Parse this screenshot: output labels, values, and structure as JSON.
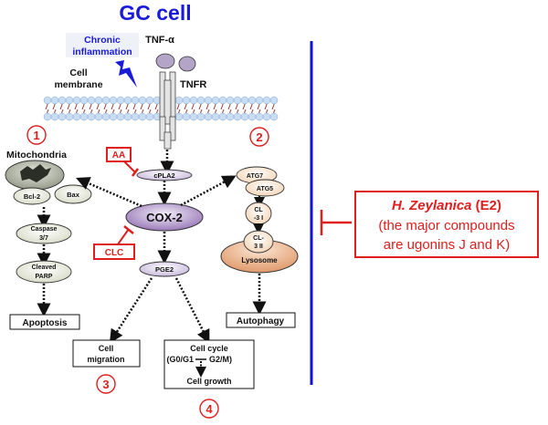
{
  "title": "GC cell",
  "stimulus": {
    "line1": "Chronic",
    "line2": "inflammation"
  },
  "membrane_label": {
    "line1": "Cell",
    "line2": "membrane"
  },
  "ligand_label": "TNF-α",
  "receptor_label": "TNFR",
  "circles": {
    "one": "1",
    "two": "2",
    "three": "3",
    "four": "4"
  },
  "mitochondria": {
    "label": "Mitochondria",
    "bcl2": "Bcl-2",
    "bax": "Bax",
    "caspase": {
      "line1": "Caspase",
      "line2": "3/7"
    },
    "parp": {
      "line1": "Cleaved",
      "line2": "PARP"
    },
    "outcome": "Apoptosis"
  },
  "inhibitors": {
    "aa": "AA",
    "clc": "CLC"
  },
  "central": {
    "cpla2": "cPLA2",
    "cox2": "COX-2",
    "pge2": "PGE2"
  },
  "autophagy": {
    "atg7": "ATG7",
    "atg5": "ATG5",
    "lc3i": {
      "line1": "CL",
      "line2": "-3 I"
    },
    "lc3ii": {
      "line1": "CL-",
      "line2": "3 II"
    },
    "lysosome": "Lysosome",
    "outcome": "Autophagy"
  },
  "migration": {
    "line1": "Cell",
    "line2": "migration"
  },
  "cellcycle": {
    "line1": "Cell cycle",
    "left": "(G0/G1",
    "right": "G2/M)",
    "line3": "Cell growth"
  },
  "extract": {
    "name": "H. Zeylanica",
    "code": " (E2)",
    "line2": "(the major compounds",
    "line3": "are ugonins J and K)"
  },
  "colors": {
    "title_blue": "#1a1adb",
    "inhibit_red": "#e01e1e",
    "divider_blue": "#1010d8",
    "cox_purple": "#9a7ab8",
    "lysosome_orange": "#e8a878",
    "mito_green": "#c8ccb8"
  }
}
